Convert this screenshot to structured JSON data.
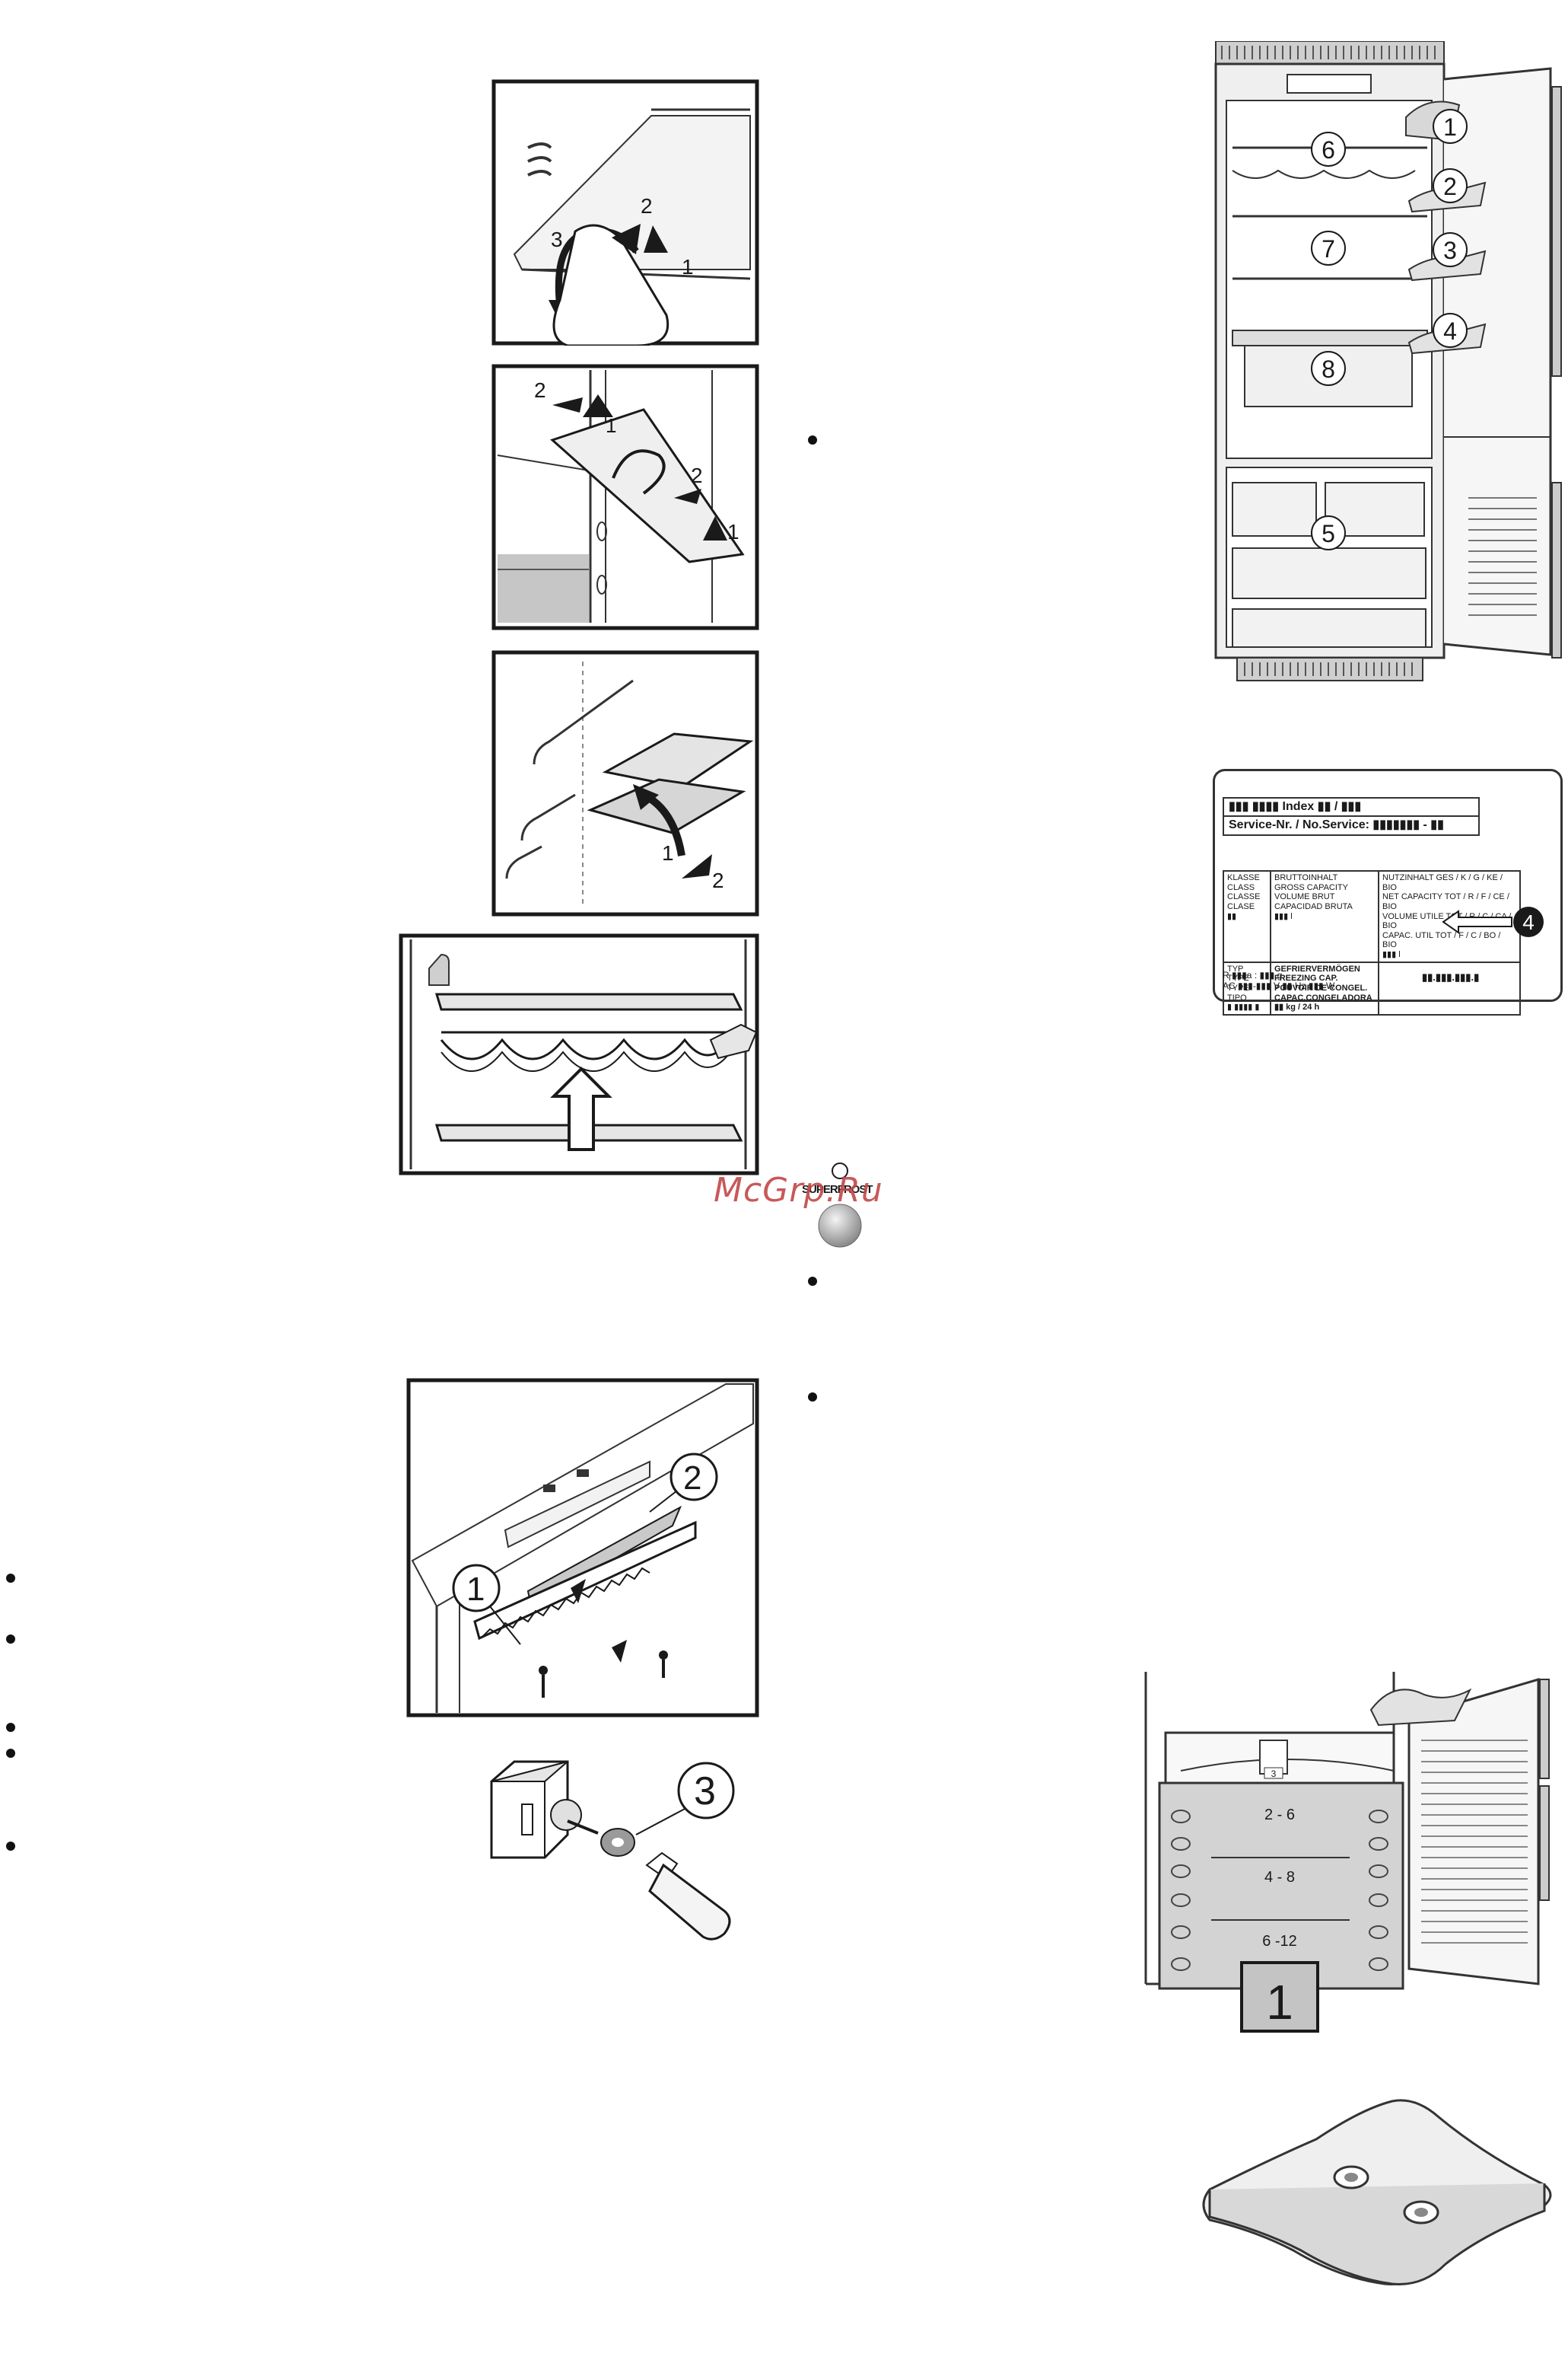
{
  "watermark": "McGrp.Ru",
  "superfrost_label": "SUPERFROST",
  "overview": {
    "callouts": [
      "1",
      "2",
      "3",
      "4",
      "5",
      "6",
      "7",
      "8"
    ]
  },
  "rating_plate": {
    "index_line": "▮▮▮ ▮▮▮▮ Index ▮▮ / ▮▮▮",
    "service_line": "Service-Nr. / No.Service: ▮▮▮▮▮▮▮ - ▮▮",
    "class_labels": "KLASSE\nCLASS\nCLASSE\nCLASE\n▮▮",
    "gross_labels": "BRUTTOINHALT\nGROSS CAPACITY\nVOLUME BRUT\nCAPACIDAD BRUTA\n▮▮▮ l",
    "net_labels": "NUTZINHALT    GES / K / G / KE / BIO\nNET CAPACITY  TOT / R / F / CE / BIO\nVOLUME UTILE  TOT / R / C / CA / BIO\nCAPAC. UTIL   TOT / F / C / BO / BIO\n▮▮▮ l",
    "type_labels": "TYP\nTYPE\nTYPE\nTIPO\n▮ ▮▮▮▮ ▮",
    "freezing_labels": "GEFRIERVERMÖGEN\nFREEZING CAP.\nPOUVOIR DE CONGEL.\nCAPAC.CONGELADORA\n▮▮ kg / 24 h",
    "marker": "4",
    "footer_1": "R ▮▮▮a : ▮▮▮ g",
    "footer_2": "AC ▮▮▮-▮▮▮ V  ▮▮  Hz  ▮▮▮ W",
    "footer_3": "▮▮.▮▮▮.▮▮▮.▮"
  },
  "shelf_fig1_numbers": [
    "3",
    "2",
    "1"
  ],
  "shelf_fig2_numbers": [
    "2",
    "1",
    "2",
    "1"
  ],
  "shelf_fig3_numbers": [
    "1",
    "2"
  ],
  "light_fig": {
    "callout_1": "1",
    "callout_2": "2",
    "callout_3": "3"
  },
  "drawer_fig": {
    "top_tag": "3",
    "bands": [
      "2 - 6",
      "4 - 8",
      "6 -12"
    ],
    "drawer_number": "1"
  }
}
